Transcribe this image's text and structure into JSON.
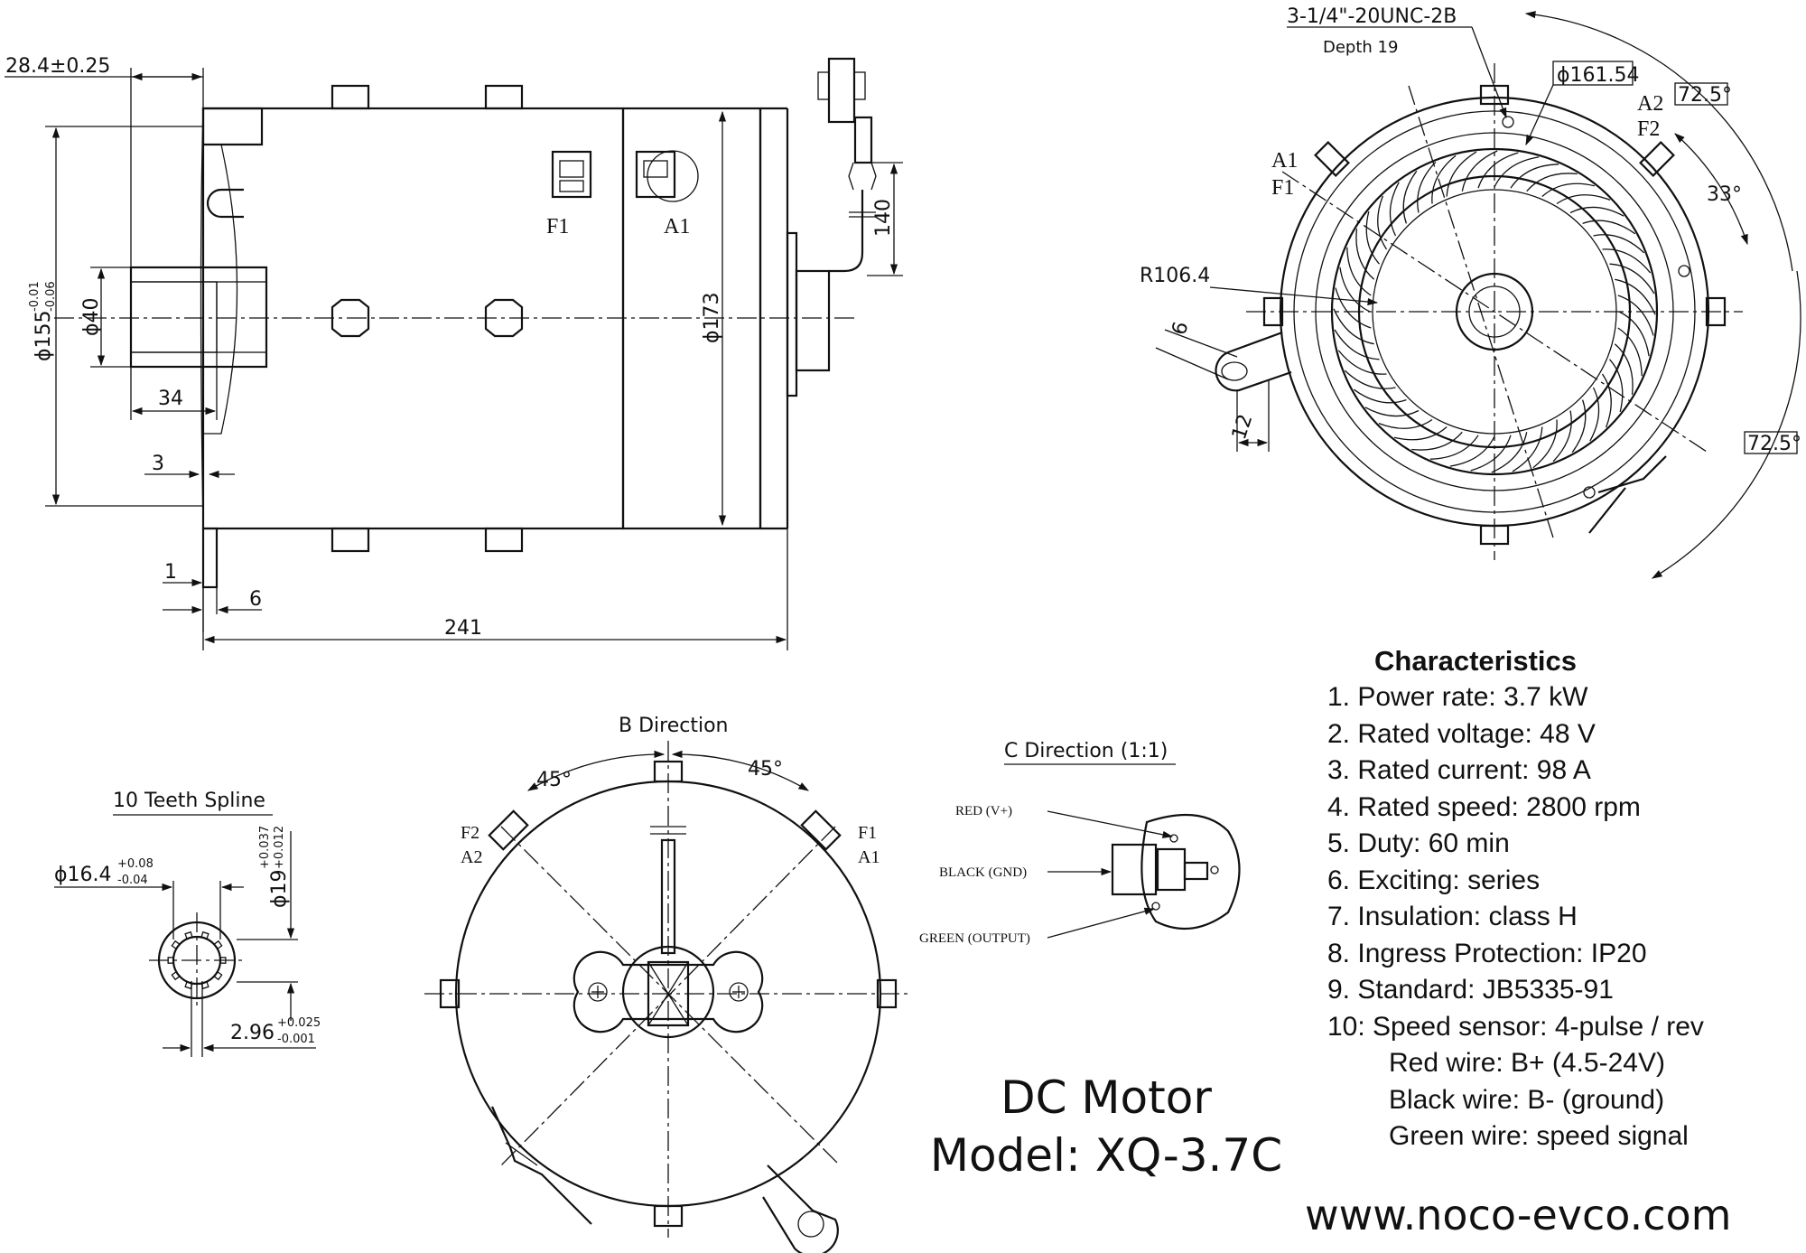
{
  "side_view": {
    "dim_shaft_length": "28.4±0.25",
    "dim_flange_dia": "ϕ155",
    "dim_flange_dia_tol_upper": "-0.01",
    "dim_flange_dia_tol_lower": "-0.06",
    "dim_bore_dia": "ϕ40",
    "dim_bore_depth": "34",
    "dim_flange_3": "3",
    "dim_1": "1",
    "dim_6": "6",
    "dim_total_length": "241",
    "dim_body_dia": "ϕ173",
    "dim_cable": "140",
    "terminal_f1": "F1",
    "terminal_a1": "A1"
  },
  "end_view": {
    "thread_callout": "3-1/4\"-20UNC-2B",
    "thread_depth": "Depth 19",
    "bolt_circle": "ϕ161.54",
    "radius": "R106.4",
    "angle_top": "72.5°",
    "angle_mid": "33°",
    "angle_bottom": "72.5°",
    "dim_slot_6": "6",
    "dim_slot_12": "12",
    "label_a1": "A1",
    "label_f1": "F1",
    "label_a2": "A2",
    "label_f2": "F2"
  },
  "spline_view": {
    "title": "10 Teeth Spline",
    "dia_minor": "ϕ16.4",
    "dia_minor_tol_upper": "+0.08",
    "dia_minor_tol_lower": "-0.04",
    "dia_major": "ϕ19",
    "dia_major_tol_upper": "+0.037",
    "dia_major_tol_lower": "+0.012",
    "tooth_width": "2.96",
    "tooth_width_tol_upper": "+0.025",
    "tooth_width_tol_lower": "-0.001"
  },
  "b_view": {
    "title": "B Direction",
    "angle_left": "45°",
    "angle_right": "45°",
    "label_f2": "F2",
    "label_a2": "A2",
    "label_f1": "F1",
    "label_a1": "A1"
  },
  "c_view": {
    "title": "C Direction (1:1)",
    "wire_red": "RED (V+)",
    "wire_black": "BLACK (GND)",
    "wire_green": "GREEN (OUTPUT)"
  },
  "characteristics": {
    "heading": "Characteristics",
    "items": [
      "1. Power rate: 3.7 kW",
      "2. Rated voltage: 48 V",
      "3. Rated current: 98 A",
      "4. Rated speed: 2800 rpm",
      "5. Duty: 60 min",
      "6. Exciting: series",
      "7. Insulation: class H",
      "8. Ingress Protection: IP20",
      "9. Standard: JB5335-91",
      "10: Speed sensor: 4-pulse / rev"
    ],
    "sub_items": [
      "Red wire: B+ (4.5-24V)",
      "Black wire: B- (ground)",
      "Green wire: speed signal"
    ]
  },
  "product": {
    "name": "DC Motor",
    "model": "Model: XQ-3.7C",
    "website": "www.noco-evco.com"
  }
}
